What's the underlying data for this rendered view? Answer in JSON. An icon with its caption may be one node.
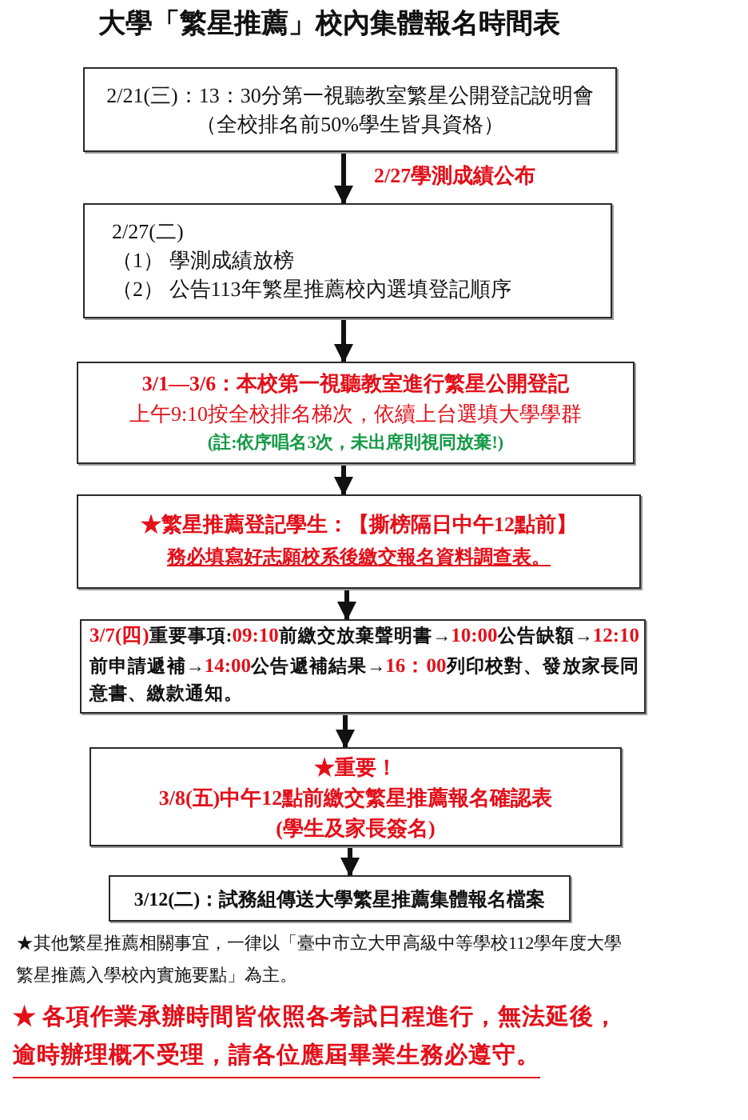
{
  "diagram": {
    "title": "大學「繁星推薦」校內集體報名時間表",
    "nodes": [
      {
        "text": [
          "2/21(三)：13：30分第一視聽教室繁星公開登記說明會",
          "（全校排名前50%學生皆具資格）"
        ]
      },
      {
        "text": [
          "2/27(二)",
          "（1） 學測成績放榜",
          "（2） 公告113年繁星推薦校內選填登記順序"
        ]
      },
      {
        "text": [
          "3/1—3/6：本校第一視聽教室進行繁星公開登記",
          "上午9:10按全校排名梯次，依續上台選填大學學群",
          "(註:依序唱名3次，未出席則視同放棄!)"
        ]
      },
      {
        "text": [
          "★繁星推薦登記學生：【撕榜隔日中午12點前】",
          "務必填寫好志願校系後繳交報名資料調查表。"
        ]
      },
      {
        "text": [
          "**3/7(四)**重要事項:**09:10**前繳交放棄聲明書→**10:00**公告缺額→**12:10**前申請遞補→**14:00**公告遞補結果→**16：00**列印校對、發放家長同意書、繳款通知。"
        ]
      },
      {
        "text": [
          "★重要！",
          "3/8(五)中午12點前繳交繁星推薦報名確認表",
          "(學生及家長簽名)"
        ]
      },
      {
        "text": [
          "3/12(二)：試務組傳送大學繁星推薦集體報名檔案"
        ]
      }
    ],
    "edges": [
      {
        "from": 0,
        "to": 1,
        "arrow": "to",
        "label": "2/27學測成績公布"
      },
      {
        "from": 1,
        "to": 2,
        "arrow": "to"
      },
      {
        "from": 2,
        "to": 3,
        "arrow": "to"
      },
      {
        "from": 3,
        "to": 4,
        "arrow": "to"
      },
      {
        "from": 4,
        "to": 5,
        "arrow": "to"
      },
      {
        "from": 5,
        "to": 6,
        "arrow": "to"
      }
    ],
    "labels": [
      "★其他繁星推薦相關事宜，一律以「臺中市立大甲高級中等學校112學年度大學繁星推薦入學校內實施要點」為主。",
      "★ 各項作業承辦時間皆依照各考試日程進行，無法延後，逾時辦理概不受理，請各位應屆畢業生務必遵守。"
    ]
  }
}
